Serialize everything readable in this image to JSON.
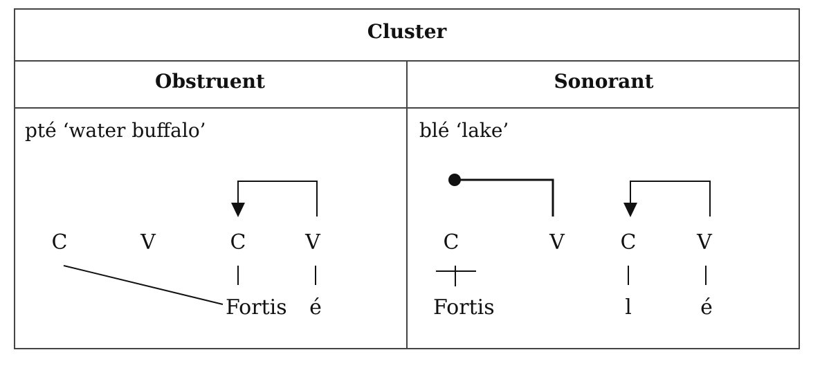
{
  "header": {
    "title": "Cluster"
  },
  "columns": [
    {
      "heading": "Obstruent",
      "example": "pté ‘water buffalo’",
      "skeleton": [
        "C",
        "V",
        "C",
        "V"
      ],
      "melody": {
        "fortis": "Fortis",
        "vowel": "é"
      }
    },
    {
      "heading": "Sonorant",
      "example": "blé ‘lake’",
      "skeleton": [
        "C",
        "V",
        "C",
        "V"
      ],
      "melody": {
        "fortis": "Fortis",
        "consonant": "l",
        "vowel": "é"
      }
    }
  ]
}
